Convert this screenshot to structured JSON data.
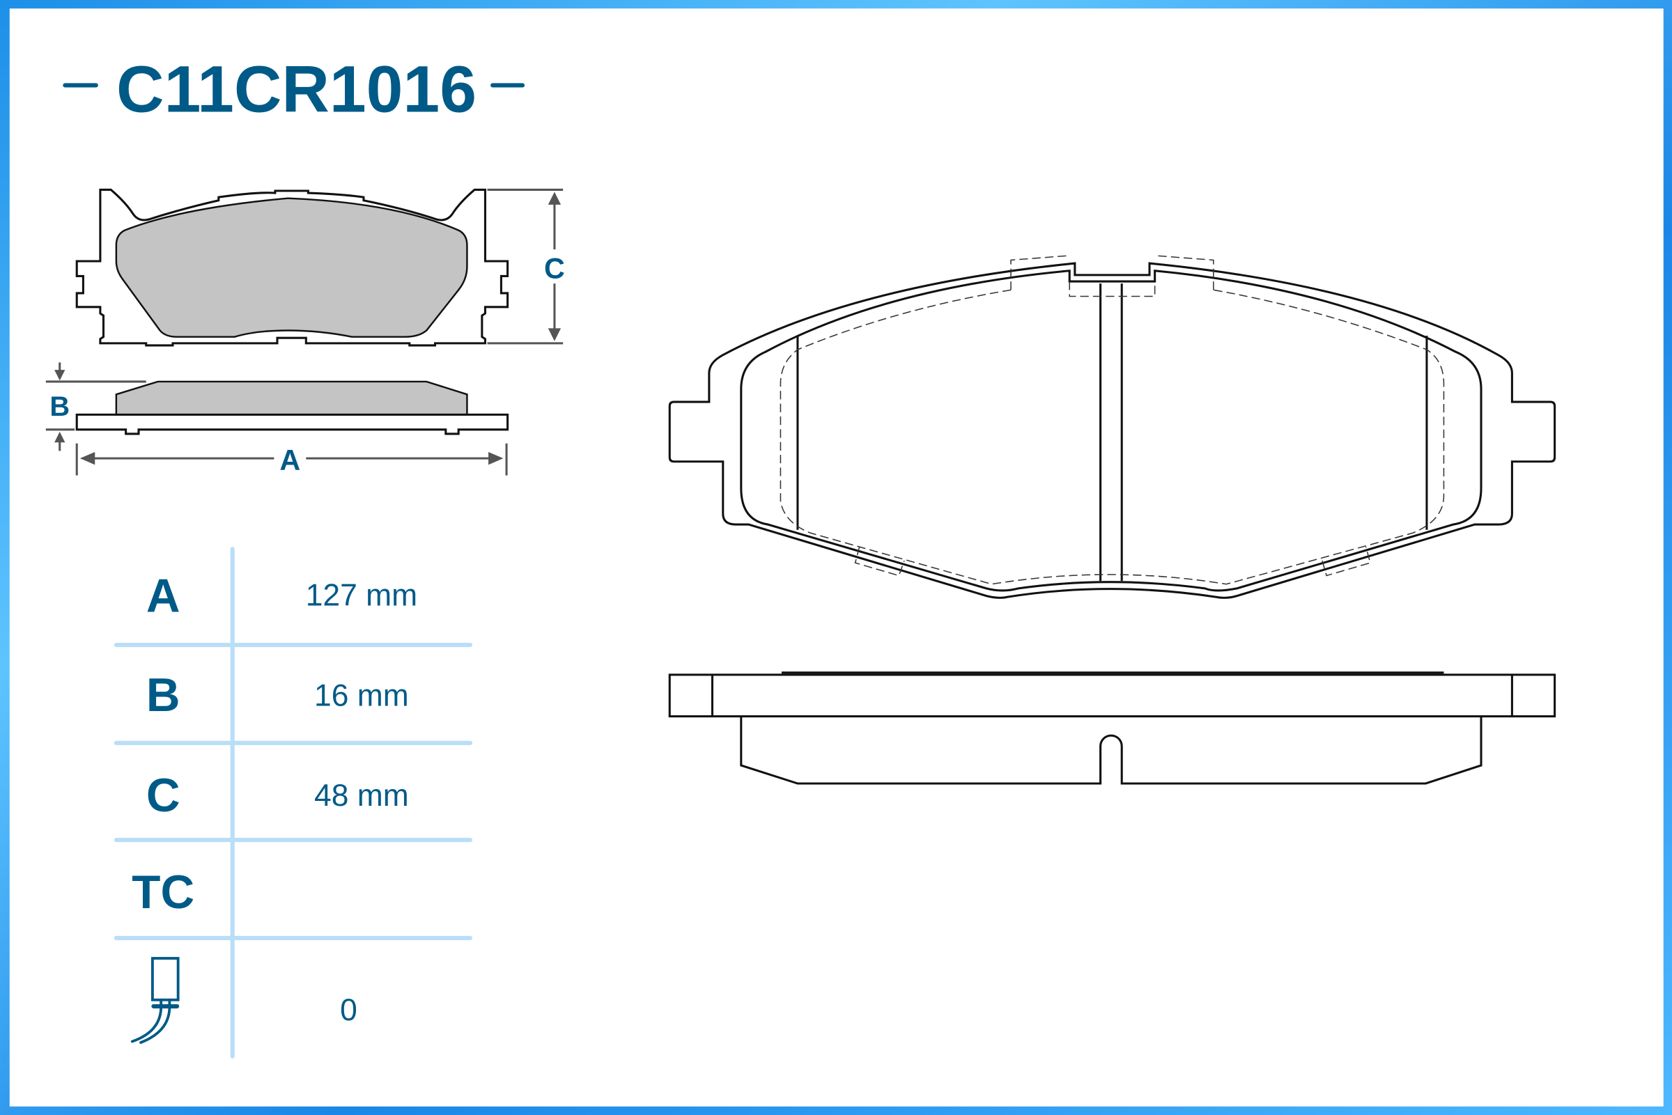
{
  "title": "C11CR1016",
  "colors": {
    "brand": "#005a87",
    "frame": "#2a9df4",
    "grid": "#b9def8",
    "friction": "#c4c4c4"
  },
  "diagram_labels": {
    "a": "A",
    "b": "B",
    "c": "C"
  },
  "specs": [
    {
      "label": "A",
      "value": "127 mm"
    },
    {
      "label": "B",
      "value": "16 mm"
    },
    {
      "label": "C",
      "value": "48 mm"
    },
    {
      "label": "TC",
      "value": ""
    },
    {
      "label_icon": "wear-sensor-icon",
      "value": "0"
    }
  ]
}
